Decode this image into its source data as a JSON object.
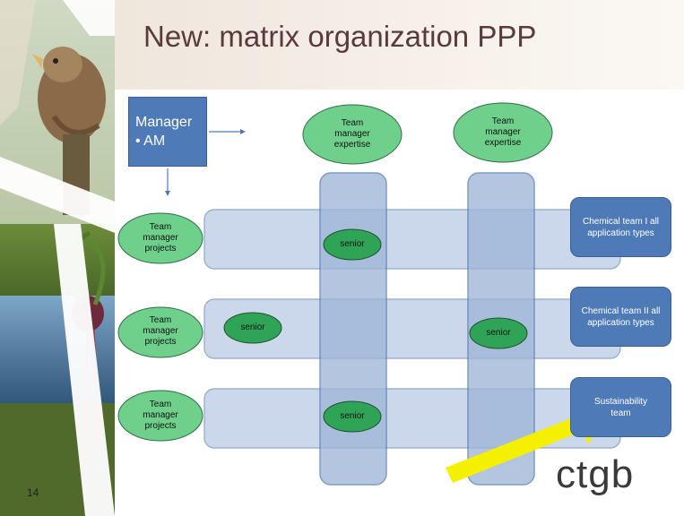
{
  "title": "New: matrix organization PPP",
  "page_number": "14",
  "manager": {
    "title": "Manager",
    "bullet": "AM"
  },
  "expertise_managers": [
    {
      "label": "Team manager expertise"
    },
    {
      "label": "Team manager expertise"
    }
  ],
  "project_managers": [
    {
      "label": "Team manager projects"
    },
    {
      "label": "Team manager projects"
    },
    {
      "label": "Team manager projects"
    }
  ],
  "teams": [
    {
      "label": "Chemical team I all application types"
    },
    {
      "label": "Chemical team II all application types"
    },
    {
      "label": "Sustainability team"
    }
  ],
  "seniors": [
    {
      "label": "senior"
    },
    {
      "label": "senior"
    },
    {
      "label": "senior"
    },
    {
      "label": "senior"
    }
  ],
  "logo_text": "ctgb",
  "colors": {
    "title_text": "#5a3a3a",
    "box_blue": "#4f7ab8",
    "band_fill": "#c9d6ea",
    "column_fill": "#9fb6d8",
    "ellipse_green": "#6fd08c",
    "senior_green": "#2fa457",
    "arrow_yellow": "#f4f000"
  },
  "icons": [
    "bird-photo",
    "plant-photo",
    "arrow-right-icon",
    "arrow-down-icon",
    "yellow-arrow-icon"
  ]
}
